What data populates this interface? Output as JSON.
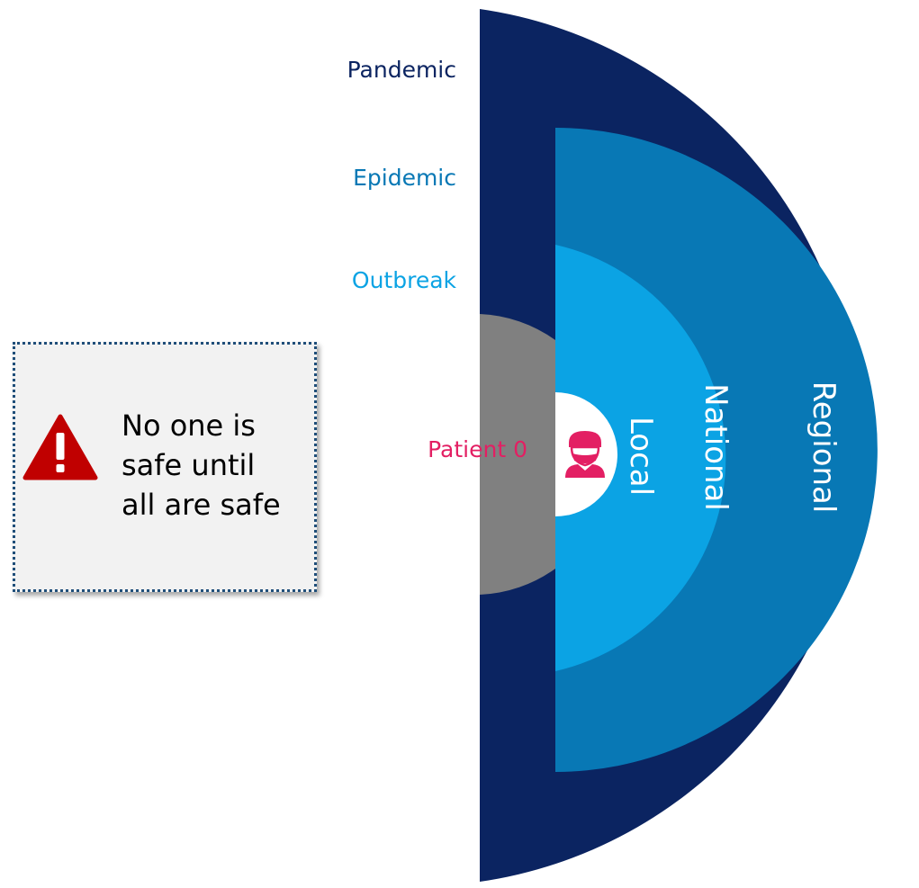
{
  "levels": [
    {
      "name": "Pandemic",
      "color": "#0b2461"
    },
    {
      "name": "Epidemic",
      "color": "#0878b5"
    },
    {
      "name": "Outbreak",
      "color": "#0ba3e4"
    }
  ],
  "patient_zero": {
    "label": "Patient 0",
    "label_color": "#e31f63",
    "icon": "masked-person-icon"
  },
  "ring_labels": {
    "local": "Local",
    "national": "National",
    "regional": "Regional"
  },
  "colors": {
    "pandemic_ring": "#0b2461",
    "epidemic_ring": "#0878b5",
    "outbreak_ring": "#0ba3e4",
    "patient_zero_zone": "#808080",
    "icon_accent": "#e31f63",
    "warning": "#c00000"
  },
  "callout": {
    "icon": "warning-triangle-icon",
    "lines": [
      "No one is",
      "safe until",
      "all are safe"
    ]
  }
}
